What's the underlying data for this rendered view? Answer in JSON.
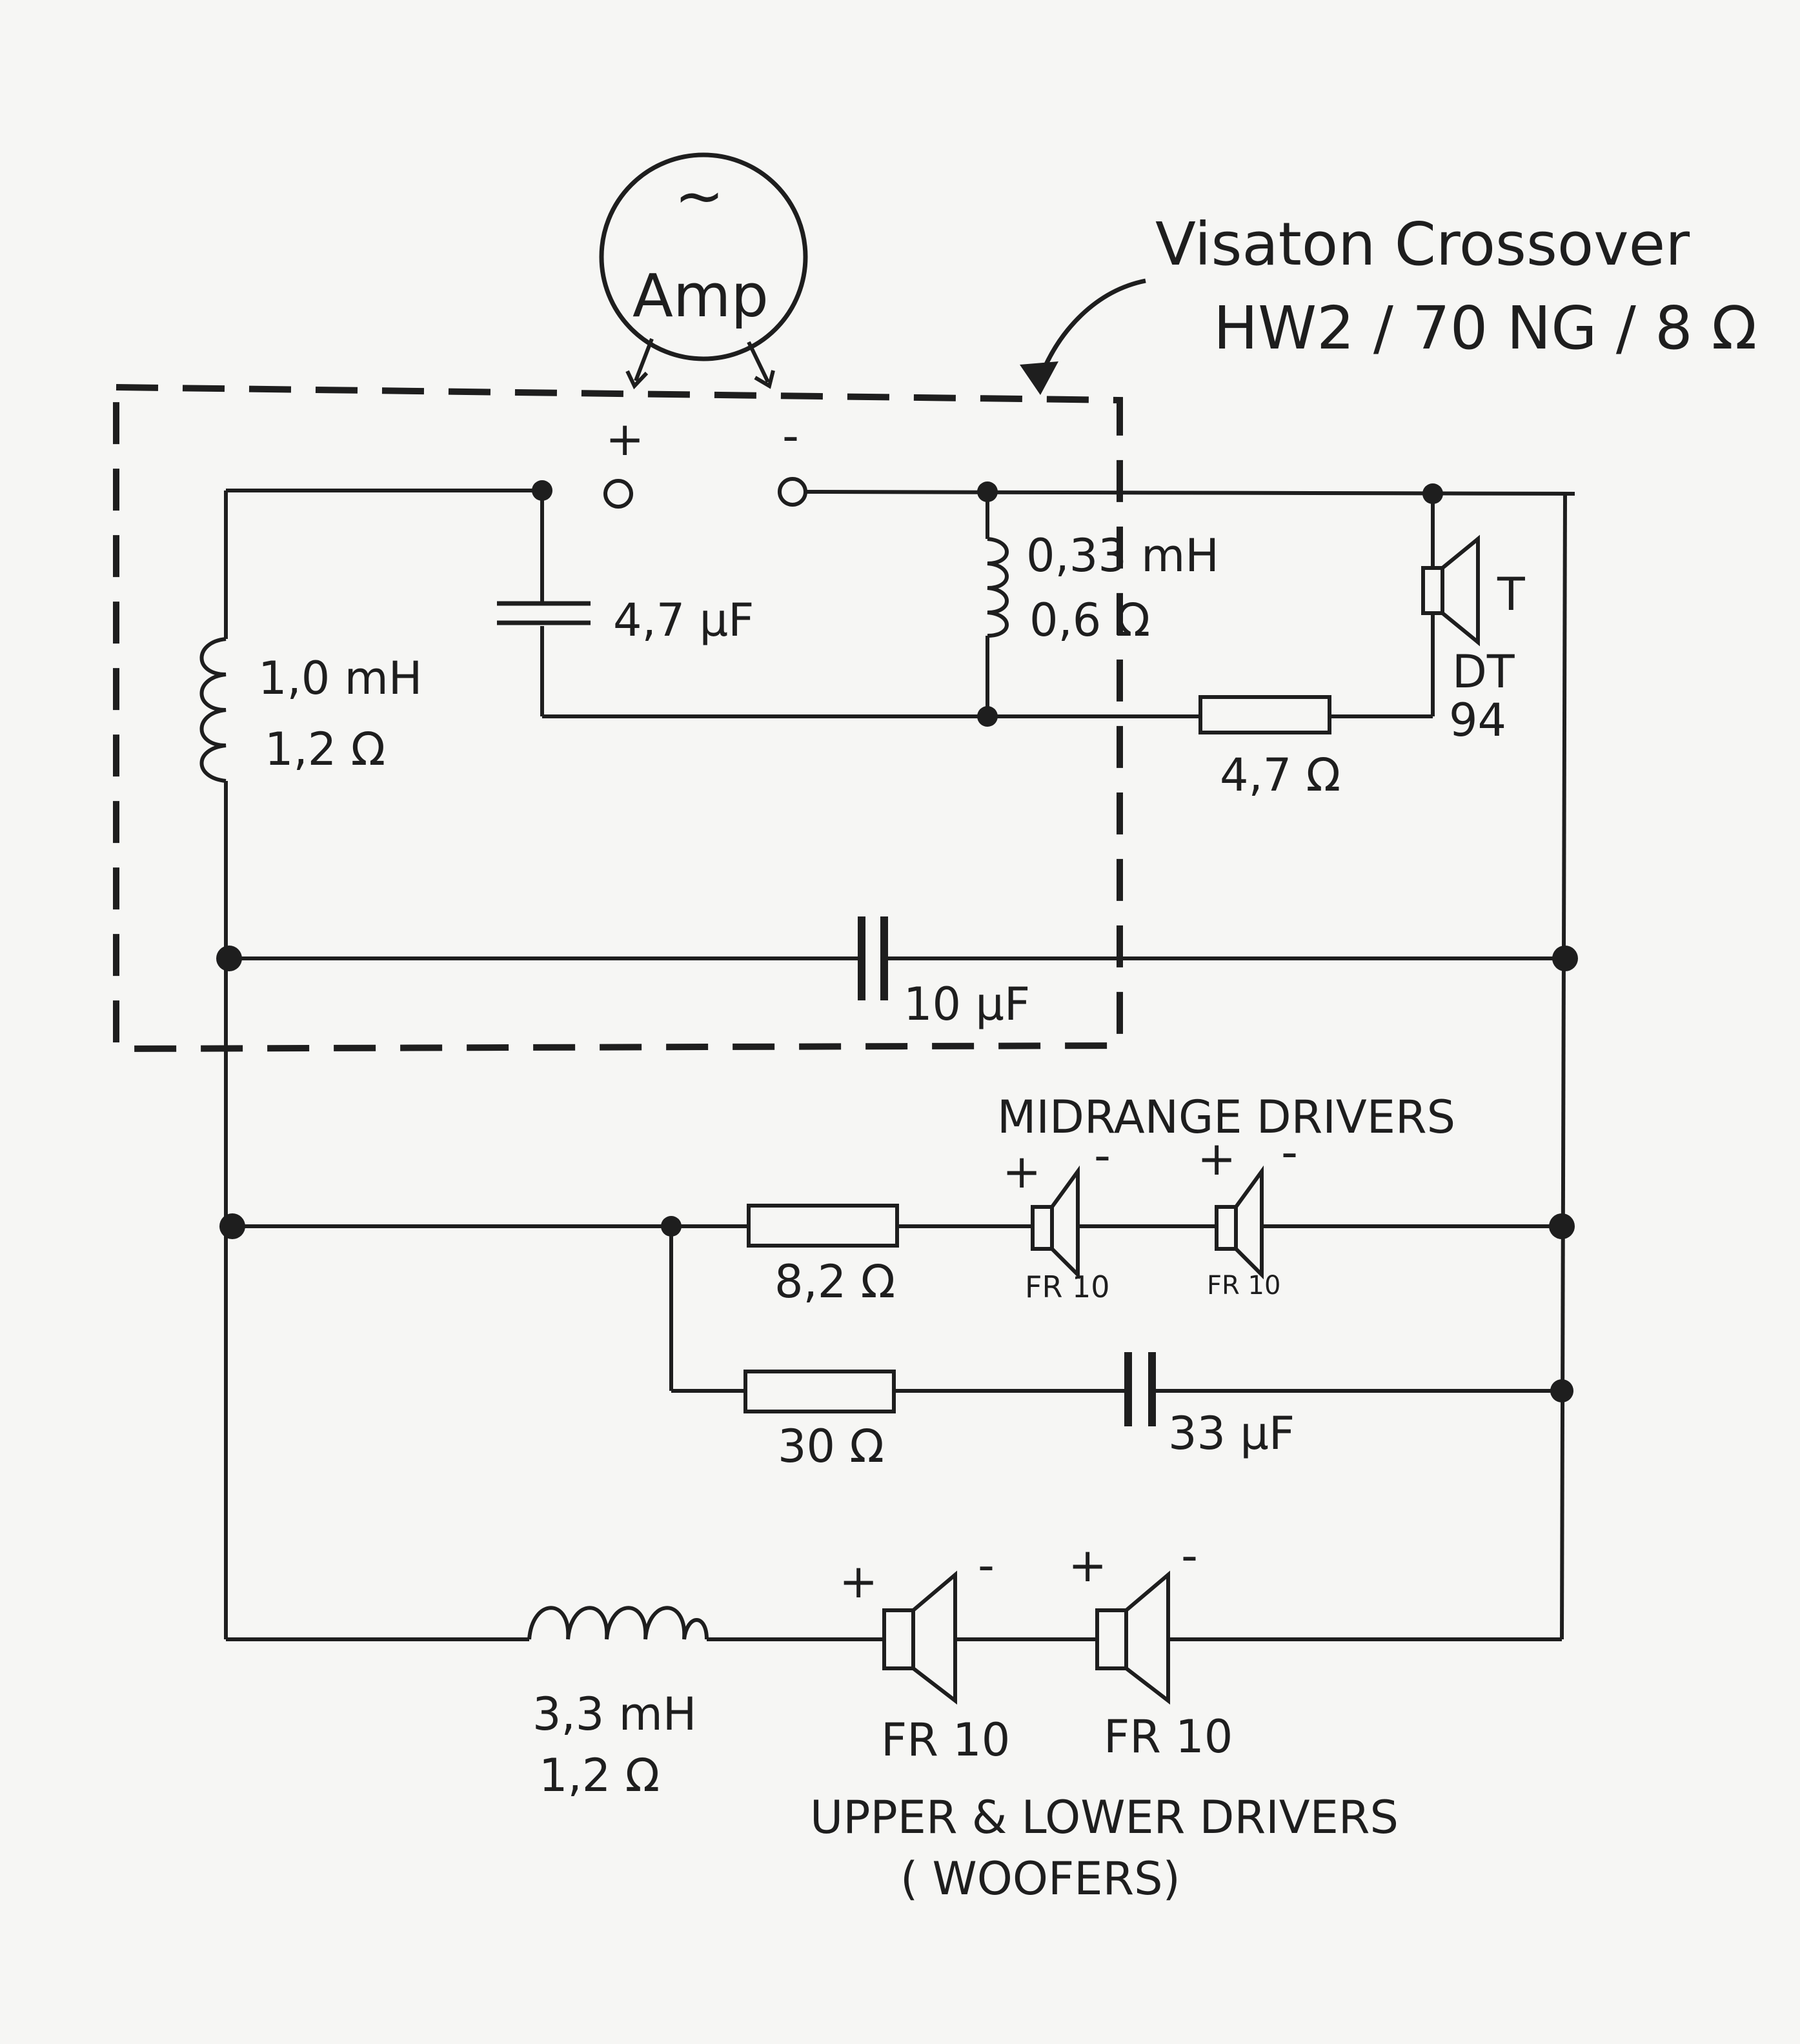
{
  "title": {
    "line1": "Visaton Crossover",
    "line2": "HW2 / 70 NG / 8 Ω"
  },
  "amp": {
    "symbol": "~",
    "label": "Amp",
    "plus": "+",
    "minus": "-"
  },
  "components": {
    "L1": {
      "inductance": "1,0 mH",
      "resistance": "1,2 Ω"
    },
    "C1": {
      "value": "4,7 μF"
    },
    "L2": {
      "inductance": "0,33 mH",
      "resistance": "0,6 Ω"
    },
    "R1": {
      "value": "4,7 Ω"
    },
    "tweeter": {
      "tag": "T",
      "model_line1": "DT",
      "model_line2": "94"
    },
    "C2": {
      "value": "10 μF"
    },
    "R2": {
      "value": "8,2 Ω"
    },
    "R3": {
      "value": "30 Ω"
    },
    "C3": {
      "value": "33 μF"
    },
    "L3": {
      "inductance": "3,3 mH",
      "resistance": "1,2 Ω"
    }
  },
  "midrange": {
    "heading": "MIDRANGE  DRIVERS",
    "drivers": [
      {
        "model": "FR 10",
        "plus": "+",
        "minus": "-"
      },
      {
        "model": "FR 10",
        "plus": "+",
        "minus": "-"
      }
    ]
  },
  "woofers": {
    "caption_line1": "UPPER & LOWER DRIVERS",
    "caption_line2": "( WOOFERS)",
    "drivers": [
      {
        "model": "FR 10",
        "plus": "+",
        "minus": "-"
      },
      {
        "model": "FR 10",
        "plus": "+",
        "minus": "-"
      }
    ]
  }
}
